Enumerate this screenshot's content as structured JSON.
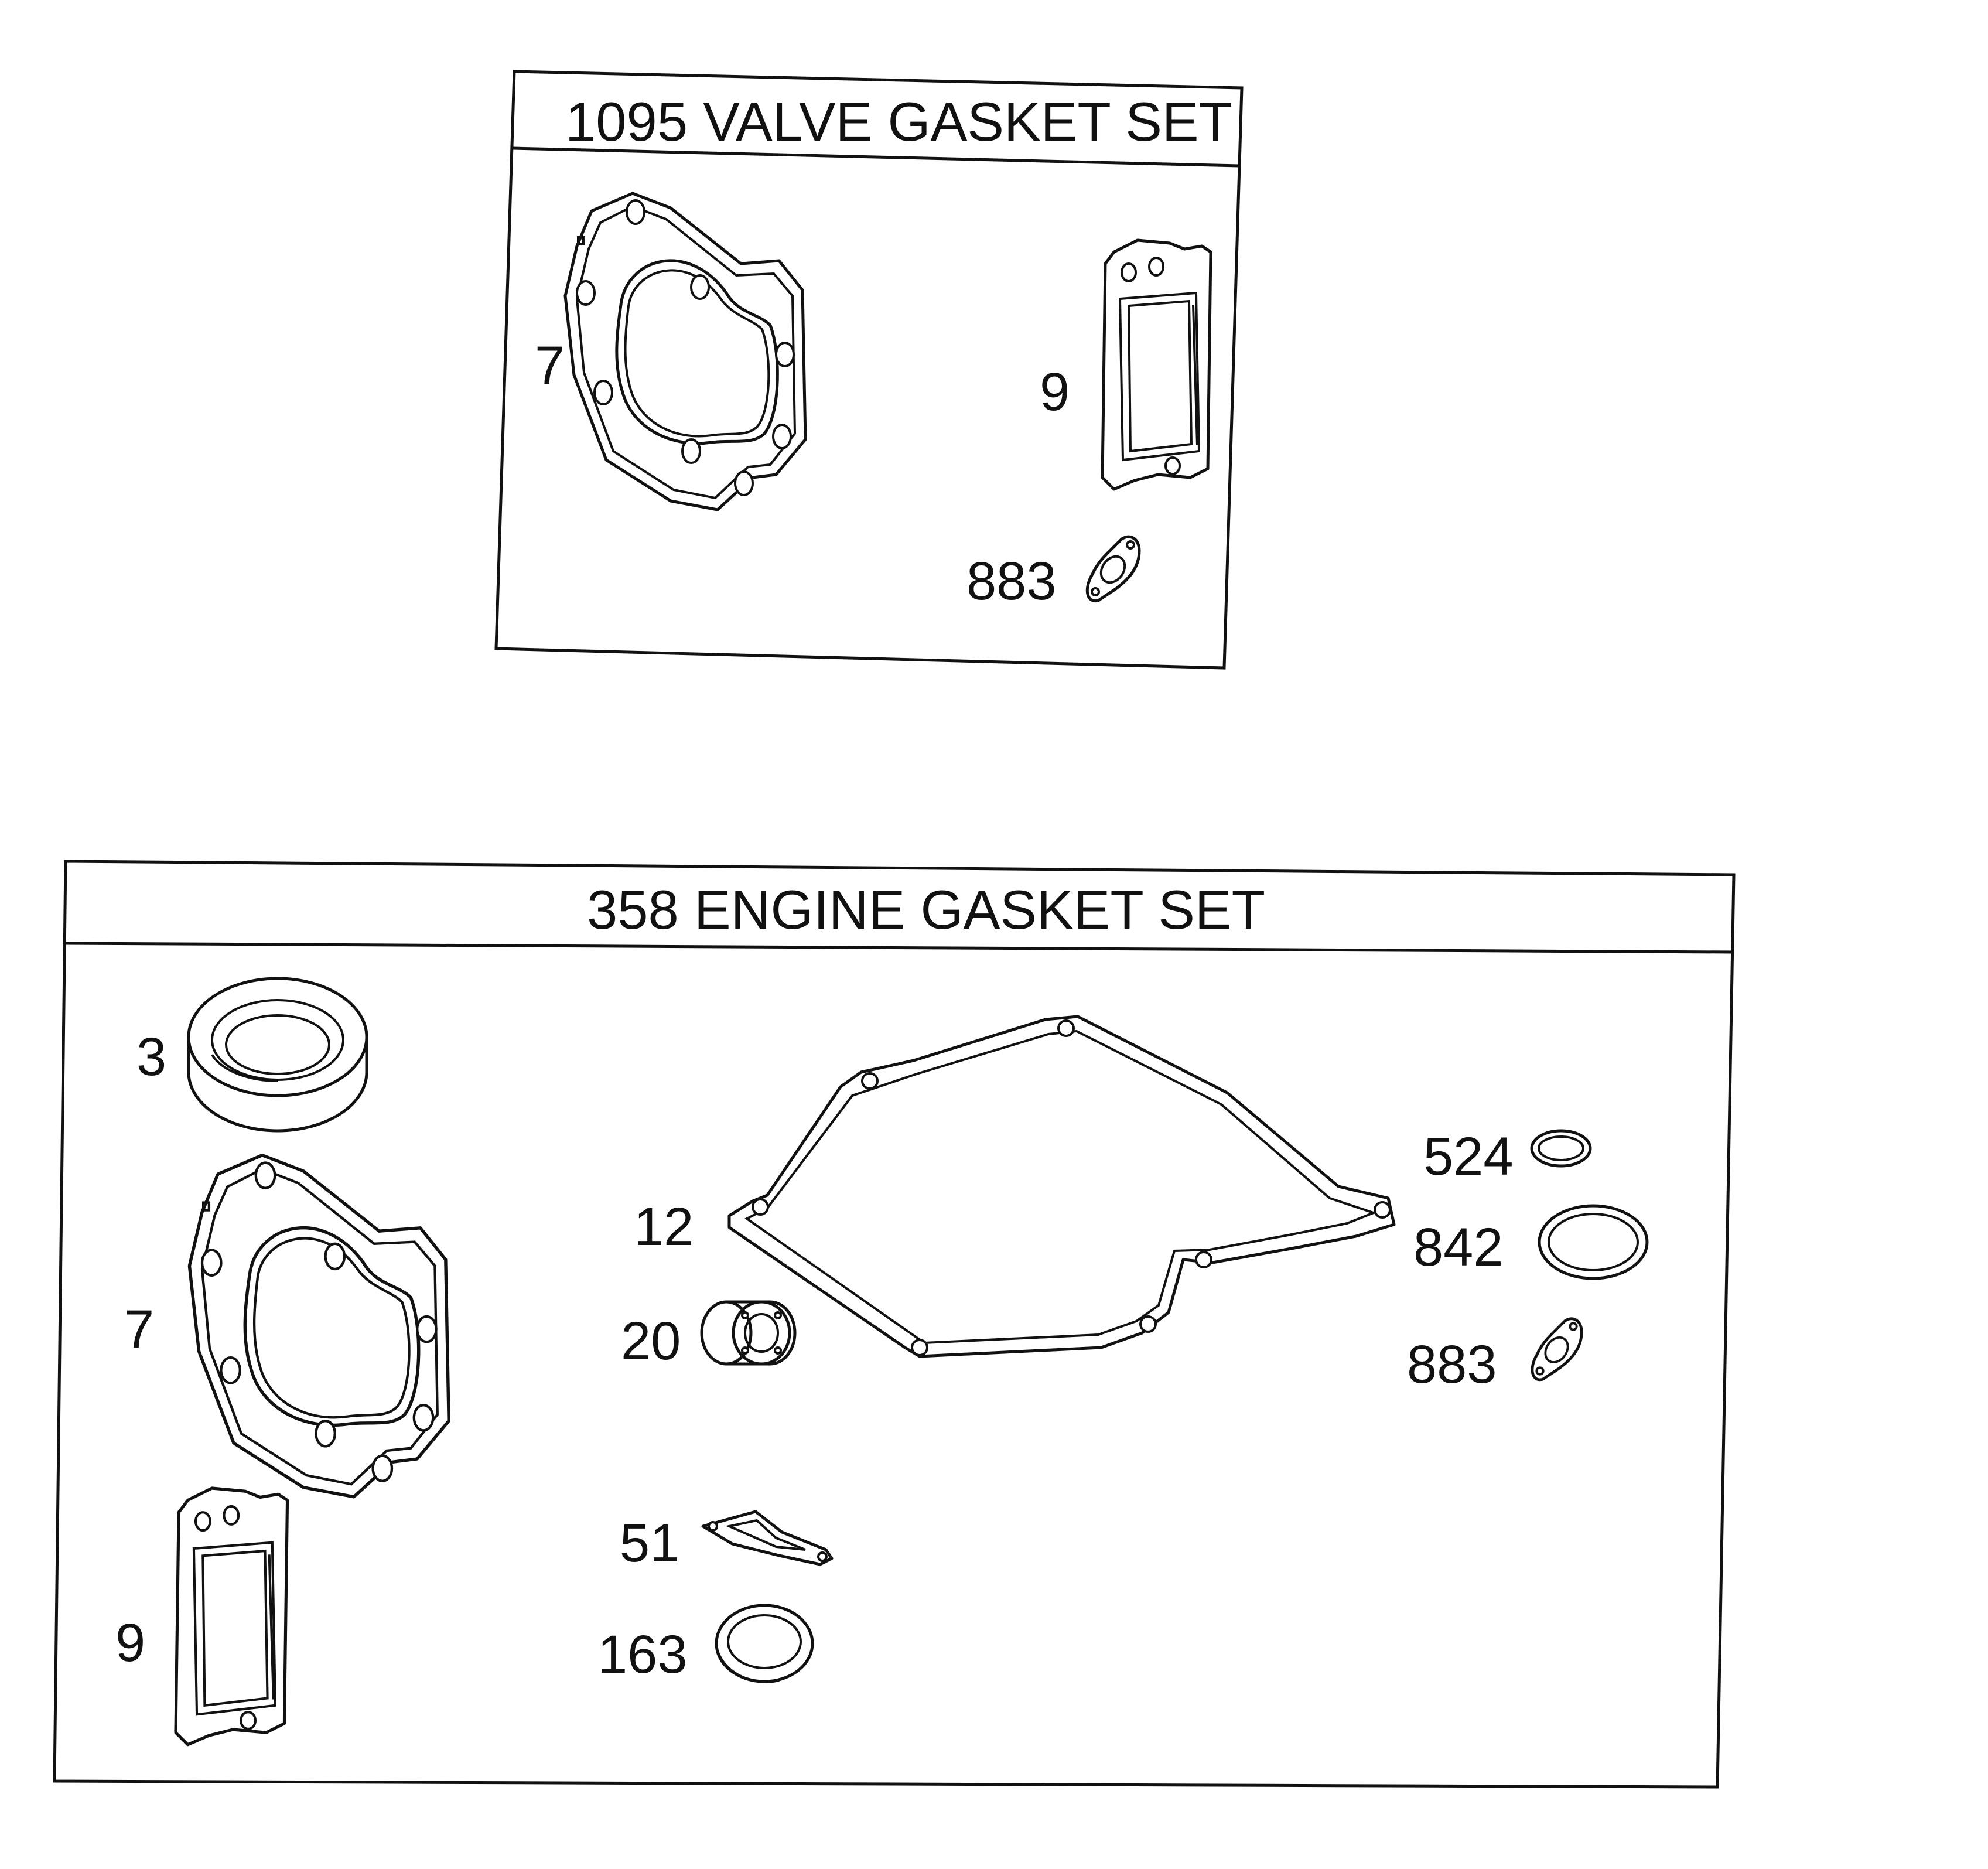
{
  "valve_set": {
    "title": "1095 VALVE GASKET SET",
    "callouts": {
      "head_gasket": "7",
      "valve_cover_gasket": "9",
      "carb_gasket": "883"
    }
  },
  "engine_set": {
    "title": "358 ENGINE GASKET SET",
    "callouts": {
      "seal_large": "3",
      "head_gasket": "7",
      "valve_cover_gasket": "9",
      "crankcase_gasket": "12",
      "seal_small": "20",
      "exhaust_gasket": "51",
      "oil_seal_ring": "163",
      "ring_small": "524",
      "ring_medium": "842",
      "carb_gasket": "883"
    }
  }
}
